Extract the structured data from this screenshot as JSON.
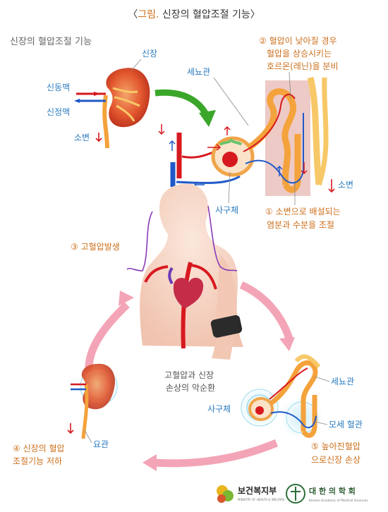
{
  "title": {
    "bracket_open": "〈",
    "prefix": "그림.",
    "text": " 신장의 혈압조절 기능",
    "bracket_close": "〉"
  },
  "section_label": "신장의 혈압조절 기능",
  "kidney_top": {
    "kidney": "신장",
    "artery": "신동맥",
    "vein": "신정맥",
    "urine": "소변"
  },
  "nephron_top": {
    "tubule": "세뇨관",
    "glomerulus": "사구체",
    "urine": "소변",
    "note2_lines": [
      "② 혈압이 낮아질 경우",
      "혈압을 상승시키는",
      "호르몬(레닌)을 분비"
    ],
    "note1_lines": [
      "① 소변으로 배설되는",
      "염분과 수분을 조절"
    ]
  },
  "hypertension_label": "③ 고혈압발생",
  "cycle_lines": [
    "고혈압과 신장",
    "손상의 악순환"
  ],
  "damaged_nephron": {
    "tubule": "세뇨관",
    "glomerulus": "사구체",
    "capillary": "모세 혈관",
    "note5_lines": [
      "⑤ 높아진혈압",
      "으로신장 손상"
    ]
  },
  "damaged_kidney": {
    "ureter": "요관",
    "note4_lines": [
      "④ 신장의 혈압",
      "조절기능 저하"
    ]
  },
  "logos": {
    "ministry_name": "보건복지부",
    "ministry_sub": "MINISTRY OF HEALTH & WELFARE",
    "academy_name": "대 한 의 학 회",
    "academy_sub": "Korean Academy of Medical Sciences"
  },
  "colors": {
    "accent_orange": "#cc6f1c",
    "label_blue": "#2a7bbf",
    "label_gray": "#555555",
    "artery_red": "#d7191f",
    "vein_blue": "#2059c8",
    "arrow_pink": "#f3a4b6",
    "arrow_green": "#3aa62a"
  }
}
